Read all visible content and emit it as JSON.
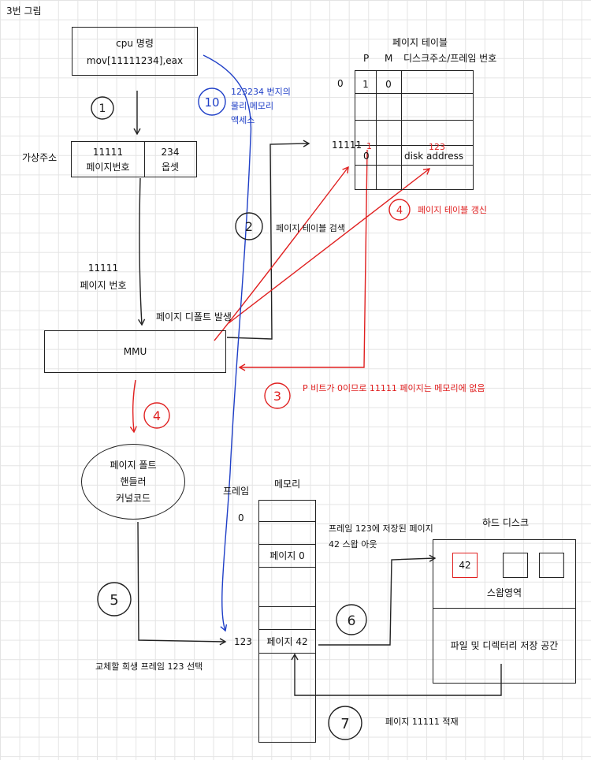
{
  "figure_title": "3번 그림",
  "cpu": {
    "title": "cpu 명령",
    "instruction": "mov[11111234],eax"
  },
  "virtual_address": {
    "label": "가상주소",
    "page_number": "11111",
    "page_number_label": "페이지번호",
    "offset": "234",
    "offset_label": "옵셋"
  },
  "page_number_note": {
    "value": "11111",
    "label": "페이지 번호"
  },
  "page_fault_label": "페이지 디폴트 발생",
  "mmu_label": "MMU",
  "page_table": {
    "title": "페이지 테이블",
    "headers": {
      "p": "P",
      "m": "M",
      "addr": "디스크주소/프레임 번호"
    },
    "row0": {
      "index": "0",
      "p": "1",
      "m": "0"
    },
    "target_row": {
      "index": "11111",
      "p": "0",
      "p_new": "1",
      "addr": "disk address",
      "addr_new": "123"
    }
  },
  "steps": [
    {
      "num": "1",
      "label": ""
    },
    {
      "num": "2",
      "label": "페이지 테이블 검색"
    },
    {
      "num": "3",
      "label": "P 비트가 0이므로 11111 페이지는 메모리에 없음"
    },
    {
      "num": "4",
      "label": ""
    },
    {
      "num": "4",
      "label": "페이지 테이블 갱신"
    },
    {
      "num": "5",
      "label": "교체할 희생 프레임 123 선택"
    },
    {
      "num": "6",
      "label": "프레임 123에 저장된 페이지 42 스왑 아웃"
    },
    {
      "num": "7",
      "label": "페이지 11111 적재"
    },
    {
      "num": "10",
      "label": "123234 번지의 물리 메모리 액세스"
    }
  ],
  "handler": {
    "line1": "페이지 폴트",
    "line2": "핸들러",
    "line3": "커널코드"
  },
  "memory": {
    "frame_label": "프레임",
    "title": "메모리",
    "frame0": "0",
    "frame123": "123",
    "page0": "페이지 0",
    "page42": "페이지 42"
  },
  "disk": {
    "title": "하드 디스크",
    "swap_page": "42",
    "swap_label": "스왑영역",
    "fs_label": "파일 및 디렉터리 저장 공간"
  },
  "colors": {
    "ink": "#111111",
    "red": "#e02020",
    "blue": "#1f3fc7",
    "grid": "#e4e4e4"
  }
}
